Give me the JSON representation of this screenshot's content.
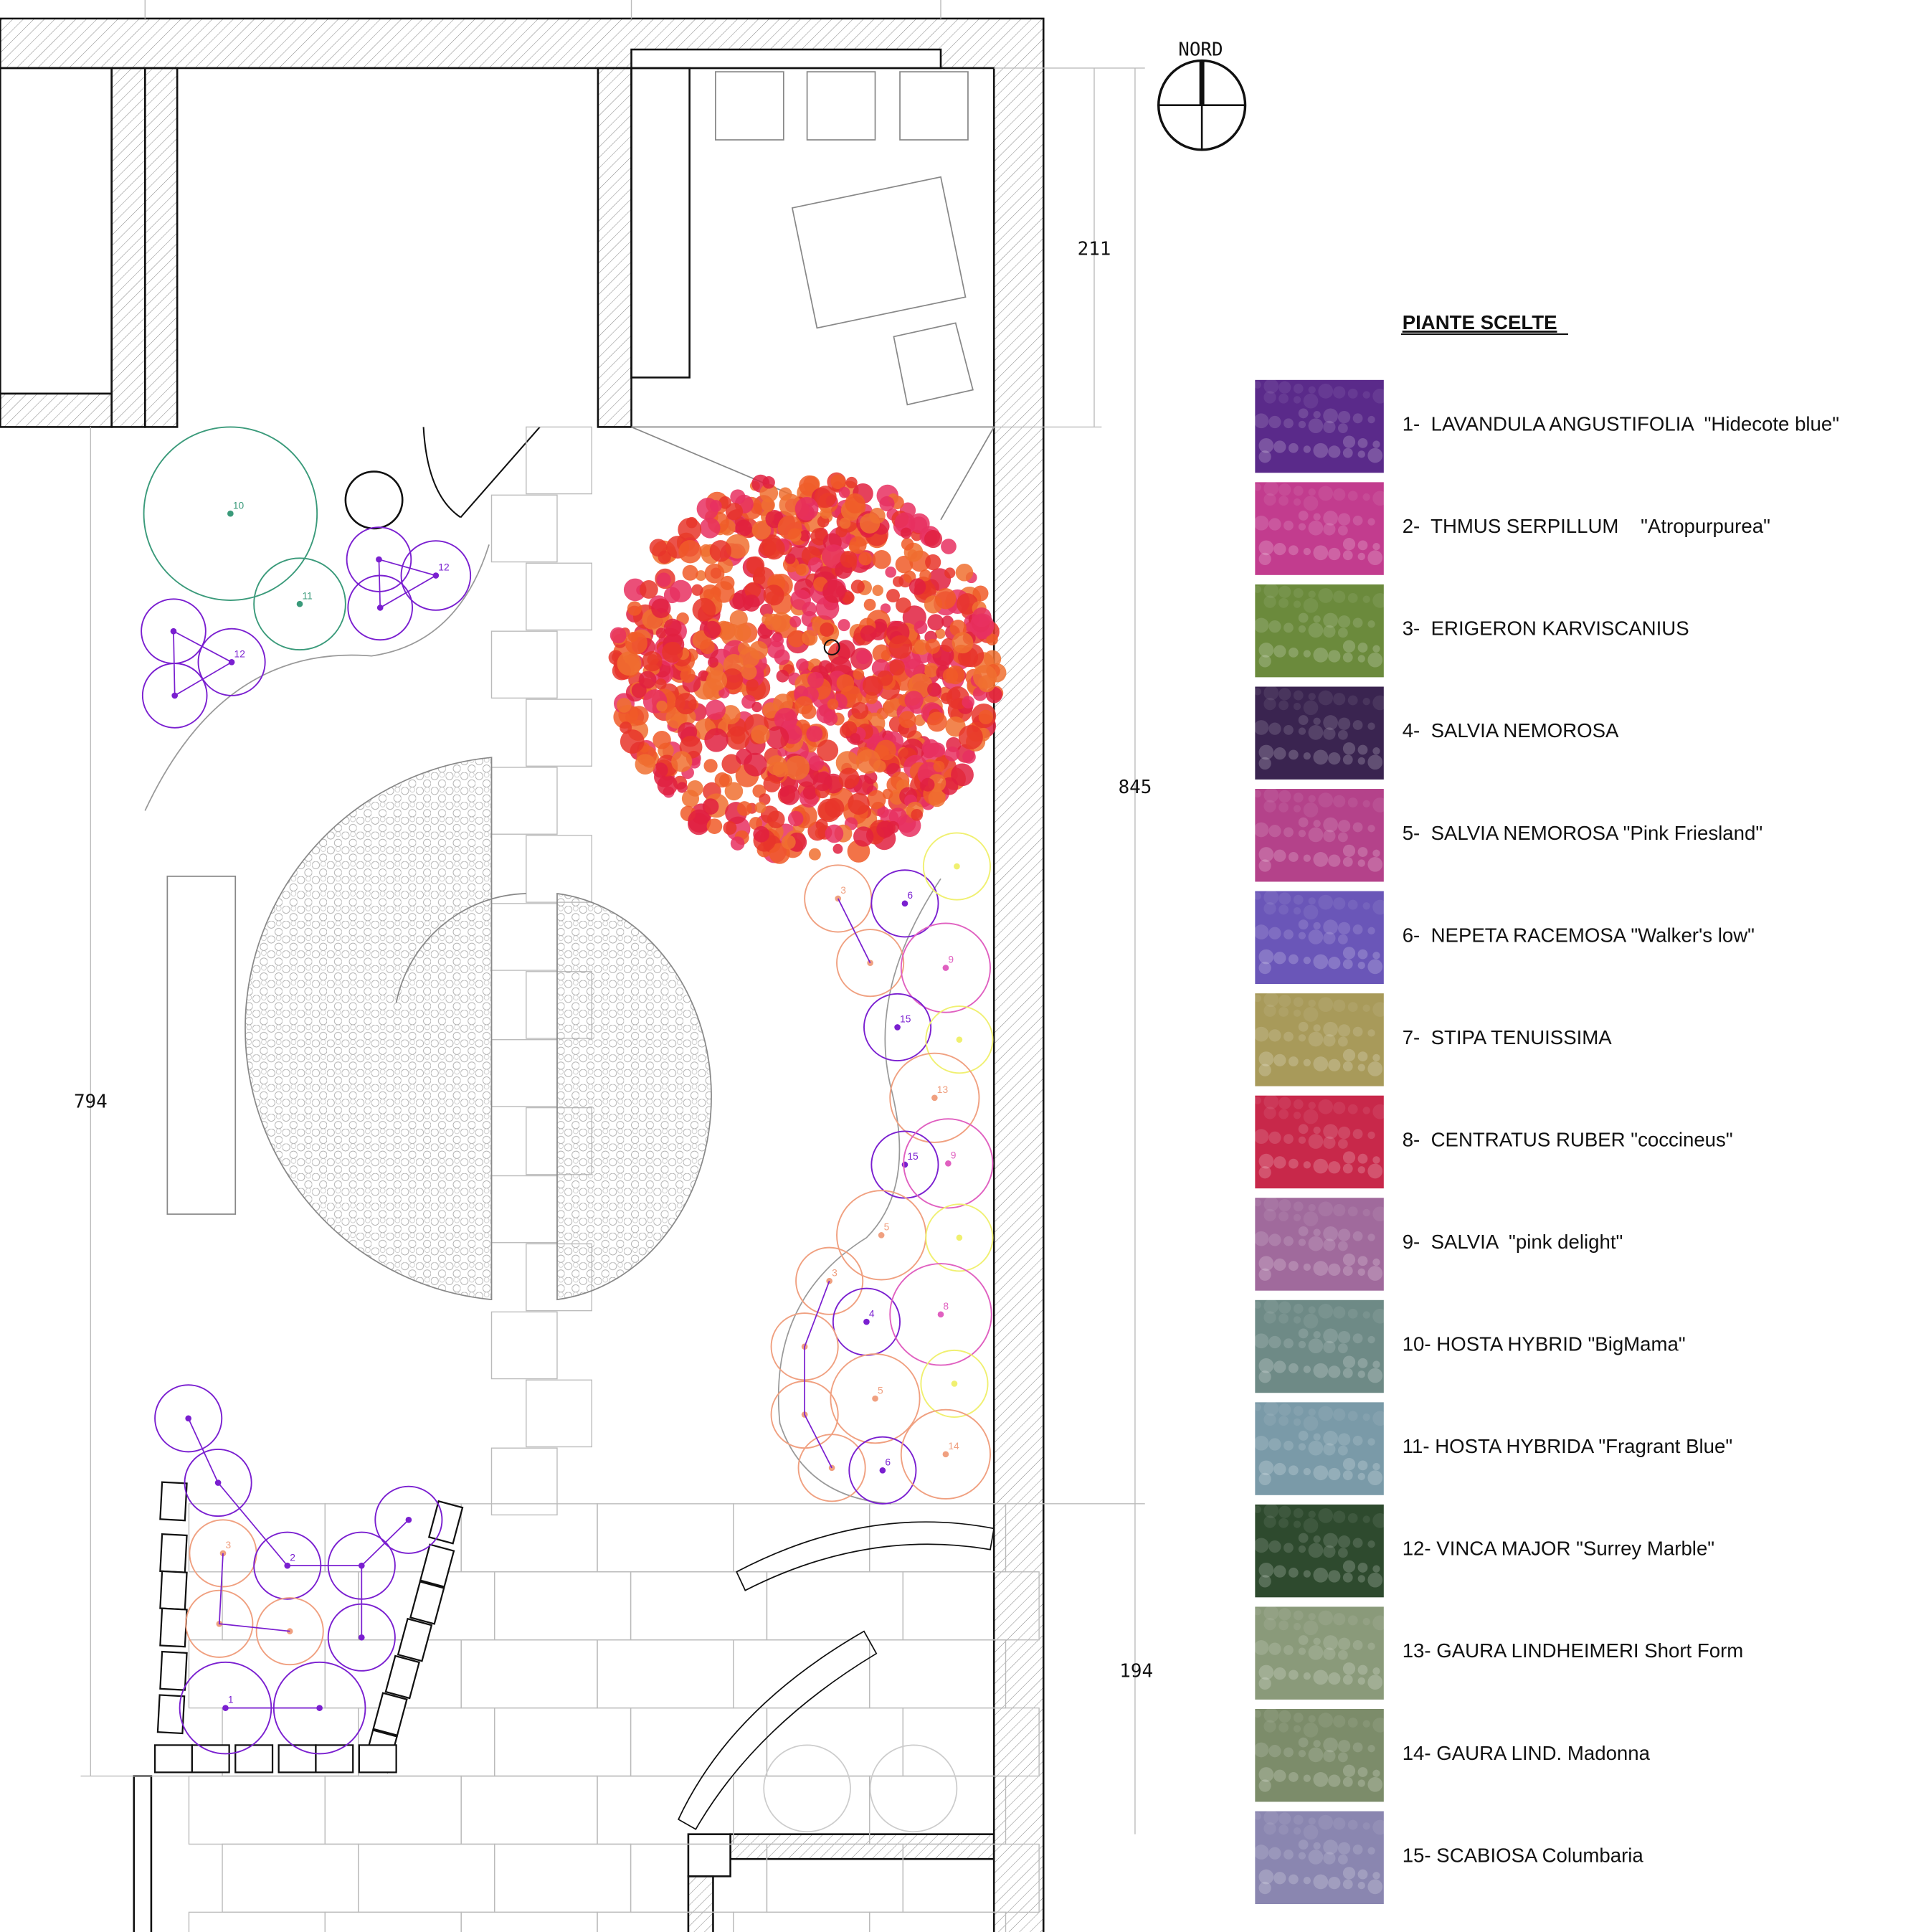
{
  "compass": {
    "label": "NORD"
  },
  "dimensions": {
    "top_right": "211",
    "right_main": "845",
    "left_main": "794",
    "bottom_right": "194"
  },
  "legend": {
    "title": "PIANTE SCELTE",
    "items": [
      {
        "label": "1-  LAVANDULA ANGUSTIFOLIA  \"Hidecote blue\"",
        "color": "#5a2a8a"
      },
      {
        "label": "2-  THMUS SERPILLUM    \"Atropurpurea\"",
        "color": "#c23c8e"
      },
      {
        "label": "3-  ERIGERON KARVISCANIUS",
        "color": "#6b8a3c"
      },
      {
        "label": "4-  SALVIA NEMOROSA",
        "color": "#3a2450"
      },
      {
        "label": "5-  SALVIA NEMOROSA \"Pink Friesland\"",
        "color": "#b4428a"
      },
      {
        "label": "6-  NEPETA RACEMOSA \"Walker's low\"",
        "color": "#6a56b8"
      },
      {
        "label": "7-  STIPA TENUISSIMA",
        "color": "#a89a5a"
      },
      {
        "label": "8-  CENTRATUS RUBER \"coccineus\"",
        "color": "#c8284a"
      },
      {
        "label": "9-  SALVIA  \"pink delight\"",
        "color": "#a06a9c"
      },
      {
        "label": "10- HOSTA HYBRID \"BigMama\"",
        "color": "#6e8a86"
      },
      {
        "label": "11- HOSTA HYBRIDA \"Fragrant Blue\"",
        "color": "#7a9aa8"
      },
      {
        "label": "12- VINCA MAJOR \"Surrey Marble\"",
        "color": "#2e4a2e"
      },
      {
        "label": "13- GAURA LINDHEIMERI Short Form",
        "color": "#8a9a7a"
      },
      {
        "label": "14- GAURA LIND. Madonna",
        "color": "#7c8c6a"
      },
      {
        "label": "15- SCABIOSA Columbaria",
        "color": "#8a86b0"
      }
    ]
  },
  "plan_labels": [
    "10",
    "11",
    "12",
    "12",
    "3",
    "6",
    "9",
    "15",
    "13",
    "15",
    "9",
    "5",
    "3",
    "4",
    "8",
    "5",
    "6",
    "14",
    "3",
    "2",
    "1"
  ],
  "colors": {
    "tree": "#e8352a",
    "lavender": "#7a1fd0",
    "hosta": "#3a9a7a",
    "erigeron": "#f0a080",
    "stipa": "#f0f070",
    "salvia_pink": "#e060c0"
  }
}
